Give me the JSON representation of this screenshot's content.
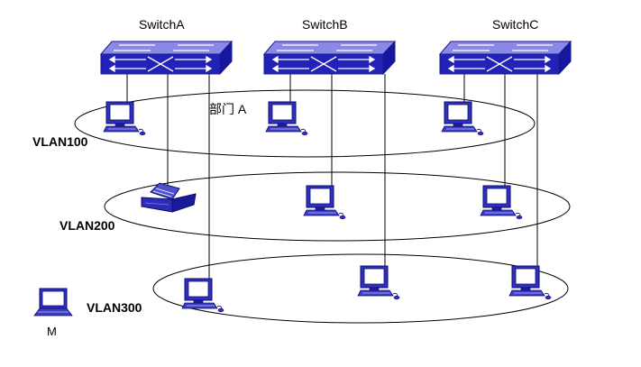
{
  "switches": [
    {
      "label": "SwitchA"
    },
    {
      "label": "SwitchB"
    },
    {
      "label": "SwitchC"
    }
  ],
  "vlans": [
    {
      "label": "VLAN100"
    },
    {
      "label": "VLAN200"
    },
    {
      "label": "VLAN300"
    }
  ],
  "department_label": "部门 A",
  "laptop_label": "M",
  "colors": {
    "switch_top": "#8080e0",
    "switch_front": "#2020b8",
    "switch_side": "#1818a0",
    "device_body": "#3838c8",
    "device_dark": "#10108a",
    "printer": "#3030b0",
    "line": "#000000"
  }
}
